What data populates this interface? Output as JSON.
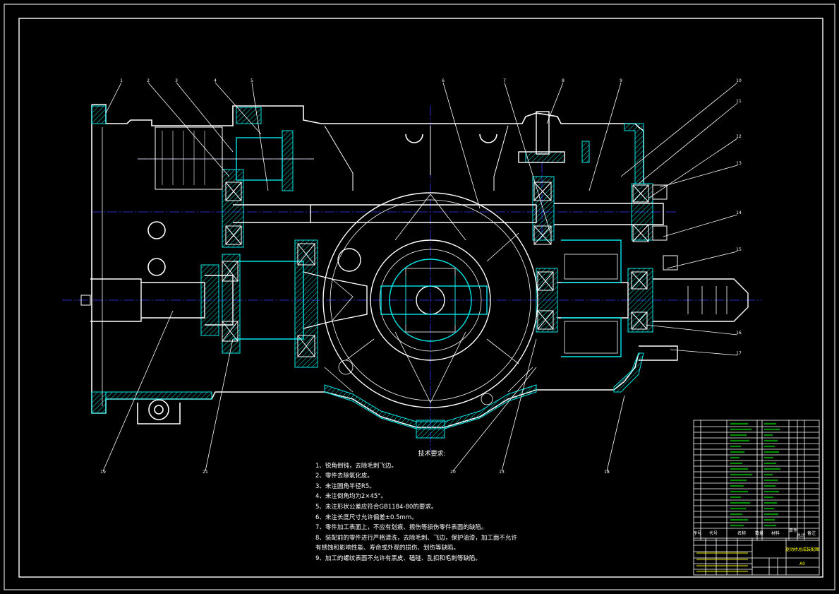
{
  "drawing": {
    "colors": {
      "background": "#000000",
      "outline": "#ffffff",
      "section_hatch": "#00e5e5",
      "centerline": "#3c3cff",
      "leader": "#ffffff",
      "title_green": "#00ff00",
      "title_yellow": "#ffff00"
    },
    "balloons": {
      "top": [
        "1",
        "2",
        "3",
        "4",
        "5",
        "6",
        "7",
        "8",
        "9",
        "10",
        "11",
        "12",
        "13",
        "14",
        "15",
        "16",
        "17"
      ],
      "bottom": [
        "19",
        "21",
        "20",
        "13",
        "18"
      ]
    }
  },
  "technical_requirements": {
    "title": "技术要求:",
    "items": [
      "1、锐角倒钝，去除毛刺飞边。",
      "2、零件去除氧化皮。",
      "3、未注圆角半径R5。",
      "4、未注倒角均为2×45°。",
      "5、未注形状公差应符合GB1184-80的要求。",
      "6、未注长度尺寸允许偏差±0.5mm。",
      "7、零件加工表面上，不应有划痕、擦伤等损伤零件表面的缺陷。",
      "8、装配前的零件进行严格清洗，去除毛刺、飞边，保护油漆，加工面不允许",
      "有锈蚀和影响性能、寿命或外观的损伤、划伤等缺陷。",
      "9、加工的螺纹表面不允许有黑皮、磕碰、乱扣和毛刺等缺陷。"
    ]
  },
  "title_block": {
    "bom_header": [
      "序号",
      "代号",
      "名称",
      "数量",
      "材料",
      "单件",
      "总计",
      "备注"
    ],
    "drawing_name": "驱动桥总成装配图",
    "sheet": "A0"
  }
}
